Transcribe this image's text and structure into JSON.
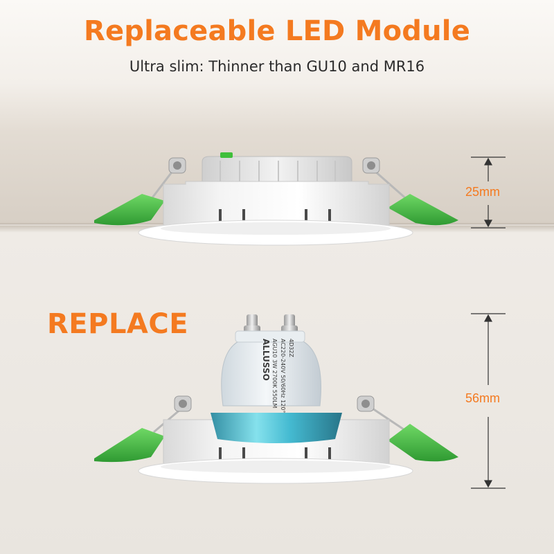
{
  "headline": "Replaceable LED Module",
  "subheadline": "Ultra slim: Thinner than GU10 and MR16",
  "replace_label": "REPLACE",
  "dimensions": {
    "led_module_height": "25mm",
    "gu10_height": "56mm"
  },
  "bulb_print": {
    "brand": "ALLUSSO",
    "model_line": "AGU10 3W 2700K 550LM",
    "rating_line": "AC220-240V 50/60Hz 120°",
    "code_line": "4D32Z"
  },
  "colors": {
    "accent": "#f47a20",
    "clip_green": "#4cc24a",
    "text_dark": "#2a2a2a"
  }
}
